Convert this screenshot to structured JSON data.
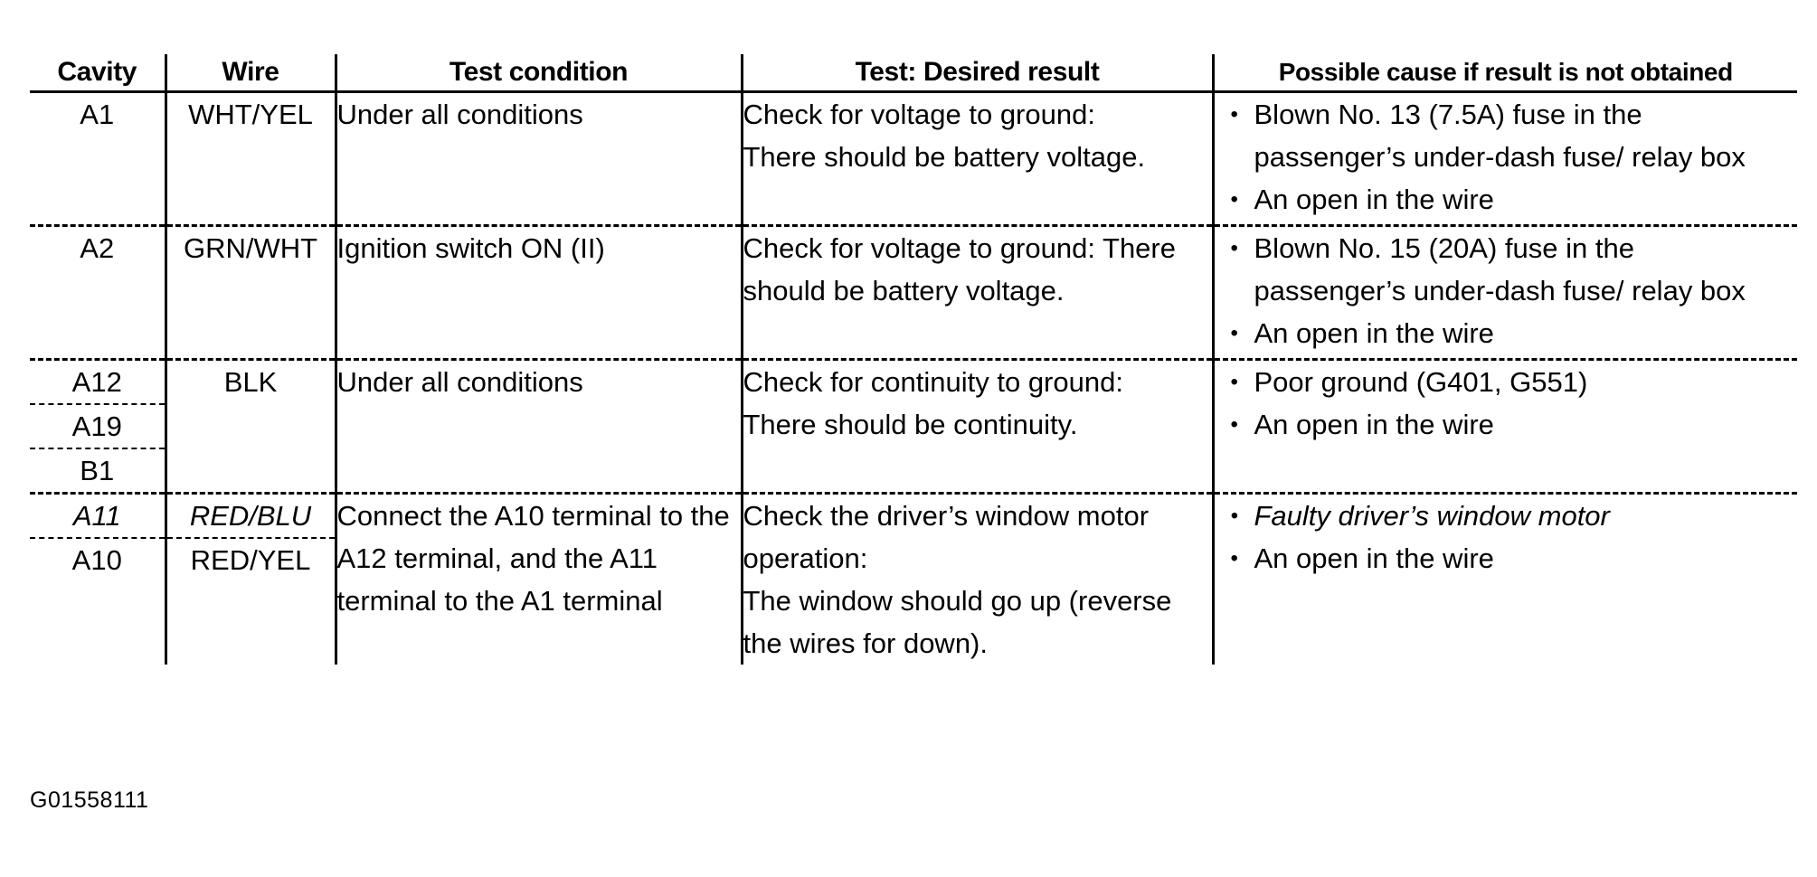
{
  "document": {
    "caption": "G01558111",
    "accent_color": "#000000",
    "background_color": "#ffffff"
  },
  "table": {
    "headers": [
      "Cavity",
      "Wire",
      "Test condition",
      "Test: Desired result",
      "Possible cause if result is not obtained"
    ],
    "rows": [
      {
        "cavities": [
          "A1"
        ],
        "wires": [
          "WHT/YEL"
        ],
        "test_condition": "Under all conditions",
        "desired_result": "Check for voltage to ground:\nThere should be battery voltage.",
        "causes": [
          "Blown No. 13 (7.5A) fuse in the passenger’s under-dash fuse/ relay box",
          "An open in the wire"
        ],
        "italic": false
      },
      {
        "cavities": [
          "A2"
        ],
        "wires": [
          "GRN/WHT"
        ],
        "test_condition": "Ignition switch ON (II)",
        "desired_result": "Check for voltage to ground: There should be battery voltage.",
        "causes": [
          "Blown No. 15 (20A) fuse in the passenger’s under-dash fuse/ relay box",
          "An open in the wire"
        ],
        "italic": false
      },
      {
        "cavities": [
          "A12",
          "A19",
          "B1"
        ],
        "wires": [
          "BLK"
        ],
        "test_condition": "Under all conditions",
        "desired_result": "Check for continuity to ground:\nThere should be continuity.",
        "causes": [
          "Poor ground (G401, G551)",
          "An open in the wire"
        ],
        "italic": false
      },
      {
        "cavities": [
          "A11",
          "A10"
        ],
        "wires": [
          "RED/BLU",
          "RED/YEL"
        ],
        "test_condition": "Connect the A10 terminal to the A12 terminal, and the A11 terminal to the A1 terminal",
        "desired_result": "Check the driver’s window motor operation:\nThe window should go up (reverse the wires for down).",
        "causes": [
          "Faulty driver’s window motor",
          "An open in the wire"
        ],
        "italic": true
      }
    ]
  }
}
